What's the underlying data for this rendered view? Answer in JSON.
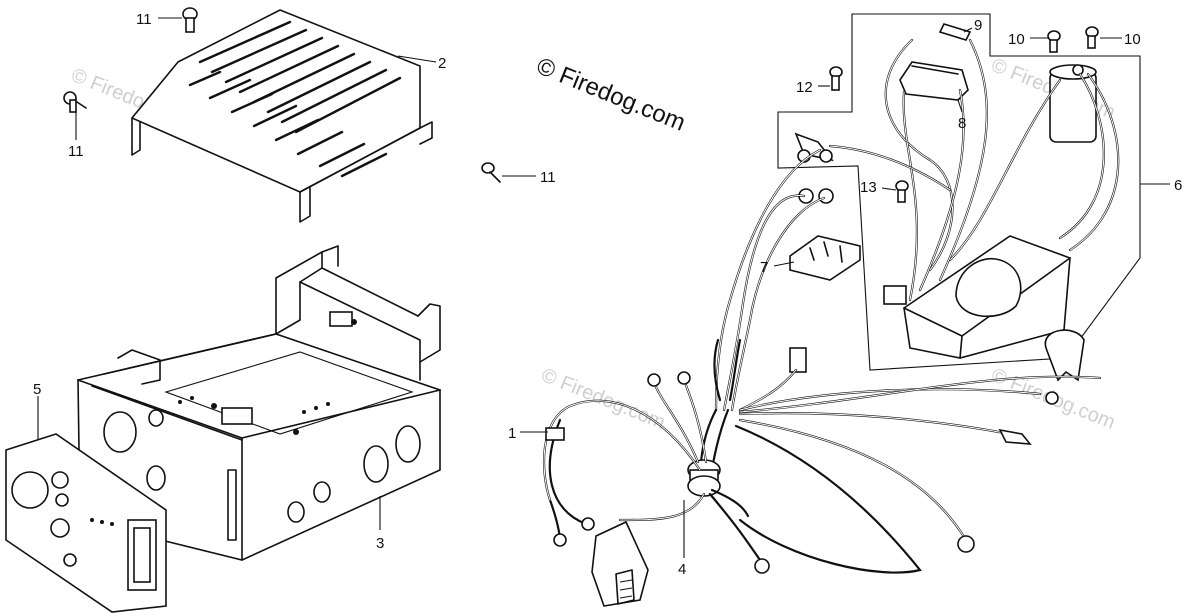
{
  "watermark": {
    "main": "© Firedog.com",
    "faint": "© Firedog.com"
  },
  "callouts": [
    {
      "id": "c11a",
      "text": "11"
    },
    {
      "id": "c11b",
      "text": "11"
    },
    {
      "id": "c11c",
      "text": "11"
    },
    {
      "id": "c2",
      "text": "2"
    },
    {
      "id": "c3",
      "text": "3"
    },
    {
      "id": "c5",
      "text": "5"
    },
    {
      "id": "c1",
      "text": "1"
    },
    {
      "id": "c4",
      "text": "4"
    },
    {
      "id": "c7",
      "text": "7"
    },
    {
      "id": "c8",
      "text": "8"
    },
    {
      "id": "c9",
      "text": "9"
    },
    {
      "id": "c10a",
      "text": "10"
    },
    {
      "id": "c10b",
      "text": "10"
    },
    {
      "id": "c12",
      "text": "12"
    },
    {
      "id": "c13",
      "text": "13"
    },
    {
      "id": "c6",
      "text": "6"
    }
  ]
}
